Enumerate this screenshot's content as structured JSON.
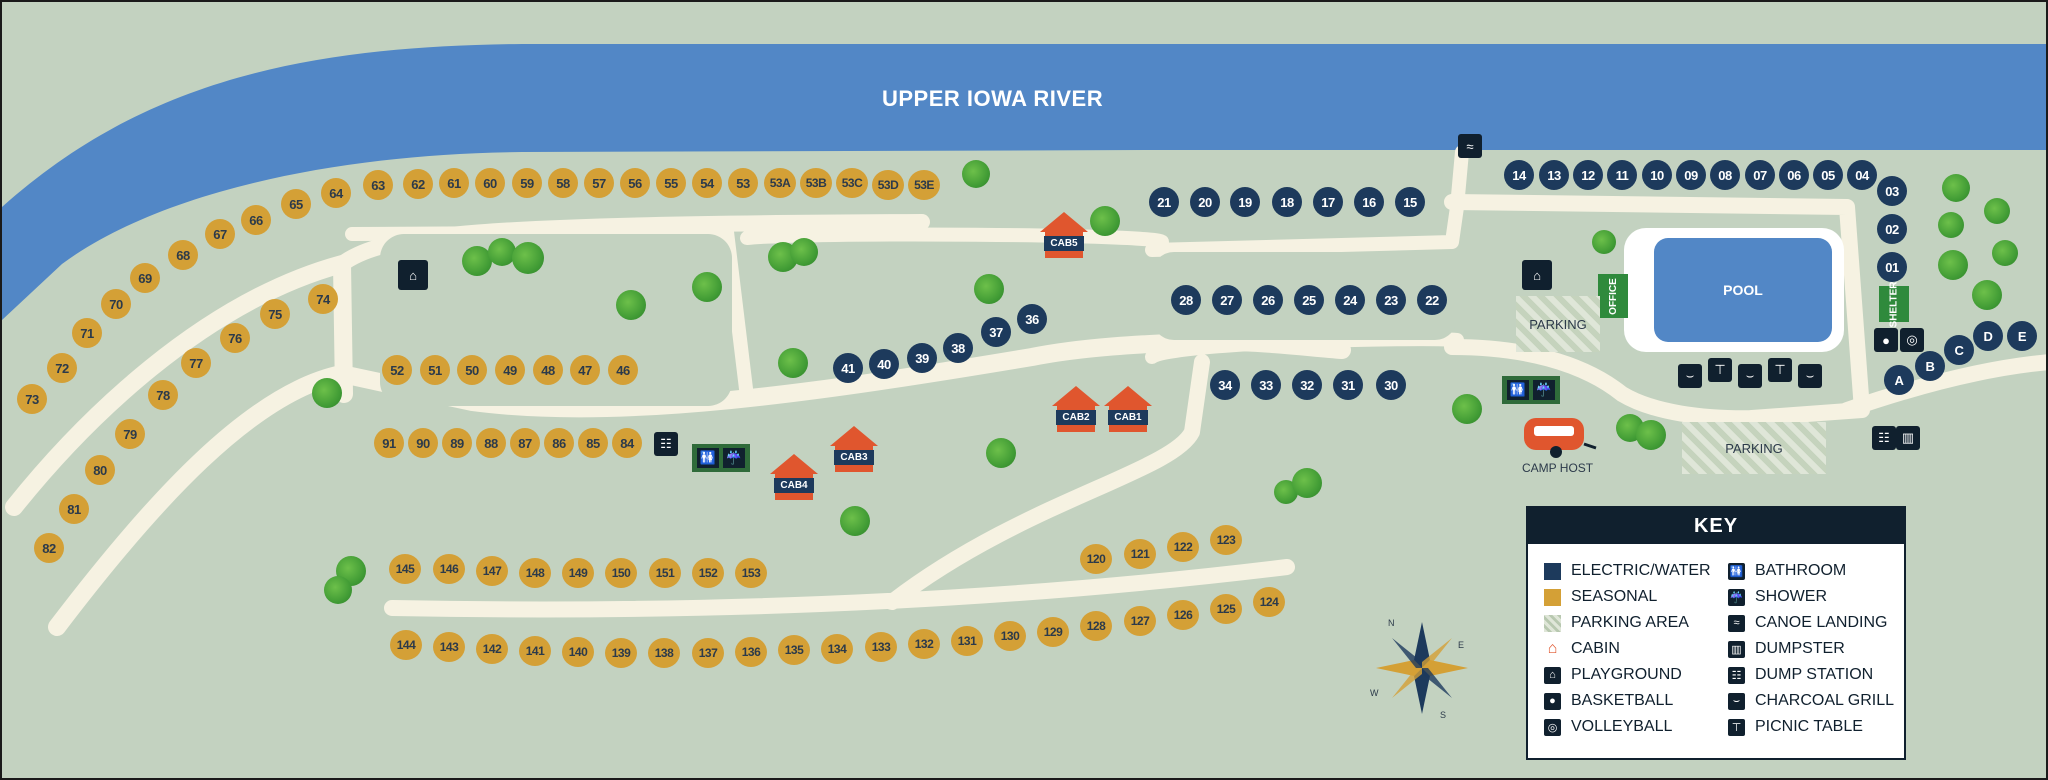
{
  "river": {
    "label": "UPPER IOWA RIVER",
    "color": "#5287c6"
  },
  "colors": {
    "seasonal": "#d4a036",
    "electric_water": "#1d3a5c",
    "road": "#f6f2e2",
    "grass": "#c3d2c0",
    "cabin": "#e0562e",
    "tree": "#3f9a34"
  },
  "facilities": {
    "pool": "POOL",
    "office": "OFFICE",
    "shelter": "SHELTER",
    "parking_1": "PARKING",
    "parking_2": "PARKING",
    "camp_host": "CAMP HOST",
    "cabins": [
      "CAB1",
      "CAB2",
      "CAB3",
      "CAB4",
      "CAB5"
    ]
  },
  "sites": {
    "seasonal": [
      "53E",
      "53D",
      "53C",
      "53B",
      "53A",
      "53",
      "54",
      "55",
      "56",
      "57",
      "58",
      "59",
      "60",
      "61",
      "62",
      "63",
      "64",
      "65",
      "66",
      "67",
      "68",
      "69",
      "70",
      "71",
      "72",
      "73",
      "74",
      "75",
      "76",
      "77",
      "78",
      "79",
      "80",
      "81",
      "82",
      "52",
      "51",
      "50",
      "49",
      "48",
      "47",
      "46",
      "91",
      "90",
      "89",
      "88",
      "87",
      "86",
      "85",
      "84",
      "145",
      "146",
      "147",
      "148",
      "149",
      "150",
      "151",
      "152",
      "153",
      "120",
      "121",
      "122",
      "123",
      "144",
      "143",
      "142",
      "141",
      "140",
      "139",
      "138",
      "137",
      "136",
      "135",
      "134",
      "133",
      "132",
      "131",
      "130",
      "129",
      "128",
      "127",
      "126",
      "125",
      "124"
    ],
    "electric_water": [
      "21",
      "20",
      "19",
      "18",
      "17",
      "16",
      "15",
      "28",
      "27",
      "26",
      "25",
      "24",
      "23",
      "22",
      "34",
      "33",
      "32",
      "31",
      "30",
      "41",
      "40",
      "39",
      "38",
      "37",
      "36",
      "14",
      "13",
      "12",
      "11",
      "10",
      "09",
      "08",
      "07",
      "06",
      "05",
      "04",
      "03",
      "02",
      "01",
      "A",
      "B",
      "C",
      "D",
      "E"
    ]
  },
  "key": {
    "title": "KEY",
    "left": [
      {
        "label": "ELECTRIC/WATER",
        "icon": "square-navy-icon"
      },
      {
        "label": "SEASONAL",
        "icon": "square-gold-icon"
      },
      {
        "label": "PARKING AREA",
        "icon": "hatched-icon"
      },
      {
        "label": "CABIN",
        "icon": "cabin-icon"
      },
      {
        "label": "PLAYGROUND",
        "icon": "playground-icon"
      },
      {
        "label": "BASKETBALL",
        "icon": "basketball-icon"
      },
      {
        "label": "VOLLEYBALL",
        "icon": "volleyball-icon"
      }
    ],
    "right": [
      {
        "label": "BATHROOM",
        "icon": "bathroom-icon"
      },
      {
        "label": "SHOWER",
        "icon": "shower-icon"
      },
      {
        "label": "CANOE LANDING",
        "icon": "canoe-icon"
      },
      {
        "label": "DUMPSTER",
        "icon": "dumpster-icon"
      },
      {
        "label": "DUMP STATION",
        "icon": "dump-station-icon"
      },
      {
        "label": "CHARCOAL GRILL",
        "icon": "grill-icon"
      },
      {
        "label": "PICNIC TABLE",
        "icon": "picnic-table-icon"
      }
    ]
  },
  "compass": {
    "n": "N",
    "e": "E",
    "s": "S",
    "w": "W"
  }
}
